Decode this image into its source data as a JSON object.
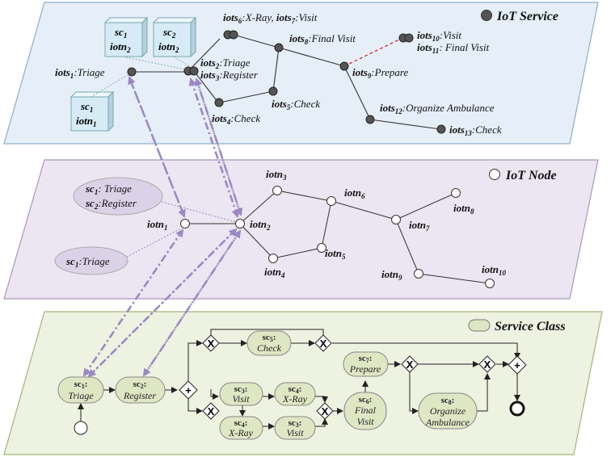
{
  "layers": {
    "service": {
      "title": "IoT Service",
      "fill": "#e6eff7",
      "stroke": "#8eaec9"
    },
    "node": {
      "title": "IoT Node",
      "fill": "#ece6f2",
      "stroke": "#a797bd"
    },
    "class": {
      "title": "Service Class",
      "fill": "#eef2e0",
      "stroke": "#a5b37a"
    }
  },
  "colors": {
    "arrow": "#9b88c4",
    "red_link": "#d02020",
    "sc_fill": "#dfe6c4",
    "ellipse_fill": "#dcd2e8"
  },
  "service_boxes": [
    {
      "sc": "sc",
      "sc_sub": "1",
      "iotn": "iotn",
      "iotn_sub": "2"
    },
    {
      "sc": "sc",
      "sc_sub": "2",
      "iotn": "iotn",
      "iotn_sub": "2"
    },
    {
      "sc": "sc",
      "sc_sub": "1",
      "iotn": "iotn",
      "iotn_sub": "1"
    }
  ],
  "service_labels": {
    "s1": {
      "b": "iots",
      "sub": "1",
      "t": ":Triage"
    },
    "s23a": {
      "b": "iots",
      "sub": "2",
      "t": ":Triage"
    },
    "s23b": {
      "b": "iots",
      "sub": "3",
      "t": ":Register"
    },
    "s4": {
      "b": "iots",
      "sub": "4",
      "t": ":Check"
    },
    "s5": {
      "b": "iots",
      "sub": "5",
      "t": ":Check"
    },
    "s67a": {
      "b": "iots",
      "sub": "6",
      "t": ":X-Ray, "
    },
    "s67b": {
      "b": "iots",
      "sub": "7",
      "t": ":Visit"
    },
    "s8": {
      "b": "iots",
      "sub": "8",
      "t": ":Final Visit"
    },
    "s9": {
      "b": "iots",
      "sub": "9",
      "t": ":Prepare"
    },
    "s10": {
      "b": "iots",
      "sub": "10",
      "t": ":Visit"
    },
    "s11": {
      "b": "iots",
      "sub": "11",
      "t": ": Final Visit"
    },
    "s12": {
      "b": "iots",
      "sub": "12",
      "t": ":Organize Ambulance"
    },
    "s13": {
      "b": "iots",
      "sub": "13",
      "t": ":Check"
    }
  },
  "node_labels": [
    {
      "b": "iotn",
      "sub": "1"
    },
    {
      "b": "iotn",
      "sub": "2"
    },
    {
      "b": "iotn",
      "sub": "3"
    },
    {
      "b": "iotn",
      "sub": "4"
    },
    {
      "b": "iotn",
      "sub": "5"
    },
    {
      "b": "iotn",
      "sub": "6"
    },
    {
      "b": "iotn",
      "sub": "7"
    },
    {
      "b": "iotn",
      "sub": "8"
    },
    {
      "b": "iotn",
      "sub": "9"
    },
    {
      "b": "iotn",
      "sub": "10"
    }
  ],
  "ellipses": {
    "top": [
      {
        "b": "sc",
        "sub": "1",
        "t": ": Triage"
      },
      {
        "b": "sc",
        "sub": "2",
        "t": ":Register"
      }
    ],
    "bottom": {
      "b": "sc",
      "sub": "1",
      "t": ":Triage"
    }
  },
  "service_class_nodes": {
    "triage": {
      "id": "sc",
      "sub": "1",
      "name": "Triage"
    },
    "register": {
      "id": "sc",
      "sub": "2",
      "name": "Register"
    },
    "check": {
      "id": "sc",
      "sub": "5",
      "name": "Check"
    },
    "visit_top": {
      "id": "sc",
      "sub": "3",
      "name": "Visit"
    },
    "xray_top": {
      "id": "sc",
      "sub": "4",
      "name": "X-Ray"
    },
    "xray_bot": {
      "id": "sc",
      "sub": "4",
      "name": "X-Ray"
    },
    "visit_bot": {
      "id": "sc",
      "sub": "3",
      "name": "Visit"
    },
    "final_visit": {
      "id": "sc",
      "sub": "6",
      "name1": "Final",
      "name2": "Visit"
    },
    "prepare": {
      "id": "sc",
      "sub": "7",
      "name": "Prepare"
    },
    "organize": {
      "id": "sc",
      "sub": "8",
      "name1": "Organize",
      "name2": "Ambulance"
    }
  },
  "gateways": {
    "xor": "X",
    "and": "+"
  }
}
